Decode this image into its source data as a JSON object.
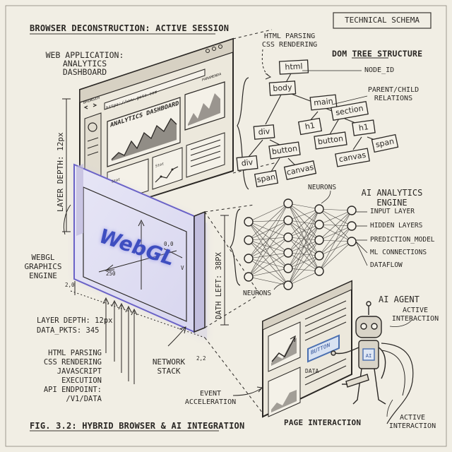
{
  "header": {
    "title": "BROWSER DECONSTRUCTION: ACTIVE SESSION",
    "tag": "TECHNICAL SCHEMA"
  },
  "browser": {
    "app_label": "WEB APPLICATION:\nANALYTICS DASHBOARD",
    "window_title": "BROWSER",
    "url": "https://www.geta.com",
    "panel_label": "PARAMENDA",
    "dashboard_title": "ANALYTICS DASHBOARD",
    "sub_label_1": "Stat",
    "sub_label_2": "Stat"
  },
  "webgl": {
    "title": "WebGL",
    "engine_label": "WEBGL\nGRAPHICS\nENGINE",
    "axis_origin": "0,0",
    "axis_x": "250",
    "axis_y": "V",
    "corner_label": "2,0",
    "bottom_label": "2,2"
  },
  "dimensions": {
    "layer_depth_vertical": "LAYER DEPTH: 12px",
    "depth_vertical": "DATH LEFT: 38px"
  },
  "network": {
    "layer_depth": "LAYER DEPTH: 12px",
    "data_pkts": "DATA_PKTS: 345",
    "stack_list": "HTML PARSING\nCSS RENDERING\nJAVASCRIPT EXECUTION\nAPI ENDPOINT:\n/v1/data",
    "stack_label": "NETWORK\nSTACK"
  },
  "dom": {
    "parsing_label": "HTML PARSING\nCSS RENDERING",
    "title": "DOM TREE STRUCTURE",
    "node_id": "NODE_ID",
    "parent_child": "PARENT/CHILD\nRELATIONS",
    "nodes": [
      "html",
      "body",
      "main",
      "section",
      "h1",
      "h1",
      "div",
      "button",
      "div",
      "span",
      "canvas",
      "button",
      "canvas",
      "span"
    ]
  },
  "ai_engine": {
    "title": "AI ANALYTICS\nENGINE",
    "neurons_top": "NEURONS",
    "neurons_bottom": "NEURONS",
    "items": [
      "INPUT LAYER",
      "HIDDEN LAYERS",
      "PREDICTION_MODEL",
      "ML CONNECTIONS",
      "DATAFLOW"
    ]
  },
  "agent": {
    "title": "AI AGENT",
    "subtitle": "ACTIVE\nINTERACTION",
    "bottom_label": "ACTIVE\nINTERACTION",
    "button_text": "BUTTON",
    "data_label": "DATA",
    "chest": "AI"
  },
  "page_interaction": {
    "title": "PAGE INTERACTION",
    "event_label": "EVENT\nACCELERATION"
  },
  "footer": {
    "figure": "FIG. 3.2: HYBRID BROWSER & AI INTEGRATION"
  }
}
